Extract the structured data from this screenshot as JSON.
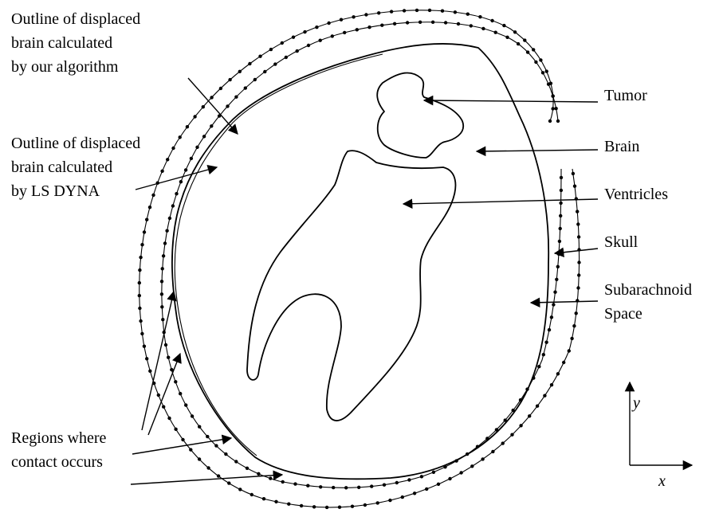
{
  "labels": {
    "outline_algorithm": [
      "Outline of displaced",
      "brain calculated",
      "by our algorithm"
    ],
    "outline_lsdyna": [
      "Outline of displaced",
      "brain calculated",
      "by LS DYNA"
    ],
    "tumor": "Tumor",
    "brain": "Brain",
    "ventricles": "Ventricles",
    "skull": "Skull",
    "subarachnoid": [
      "Subarachnoid",
      "Space"
    ],
    "contact": [
      "Regions where",
      "contact occurs"
    ],
    "axis_x": "x",
    "axis_y": "y"
  },
  "colors": {
    "ink": "#000000",
    "background": "#ffffff"
  }
}
